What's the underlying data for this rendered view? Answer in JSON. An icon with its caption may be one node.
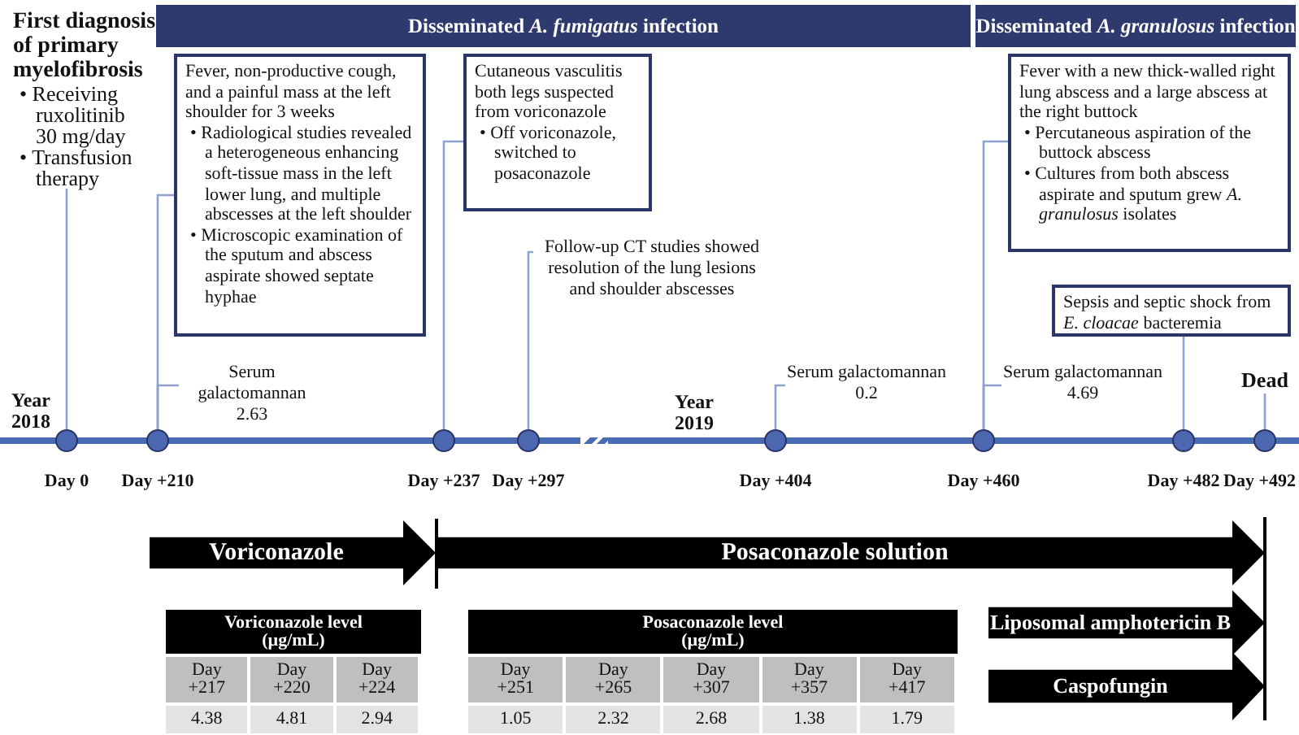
{
  "diagram": {
    "nodes": [
      {
        "text": [
          "Disseminated *A. fumigatus* infection"
        ]
      },
      {
        "text": [
          "Disseminated *A. granulosus* infection"
        ]
      },
      {
        "text": [
          "First diagnosis of primary myelofibrosis",
          "• Receiving ruxolitinib 30 mg/day",
          "• Transfusion therapy"
        ]
      },
      {
        "text": [
          "Fever, non-productive cough, and a painful mass at the left shoulder for 3 weeks",
          "• Radiological studies revealed a heterogeneous enhancing soft-tissue mass in the left lower lung, and multiple abscesses at the left shoulder",
          "• Microscopic examination of the sputum and abscess aspirate showed septate hyphae"
        ]
      },
      {
        "text": [
          "Cutaneous vasculitis both legs suspected from voriconazole",
          "• Off voriconazole, switched to posaconazole"
        ]
      },
      {
        "text": [
          "Follow-up CT studies showed resolution of the lung lesions and shoulder abscesses"
        ]
      },
      {
        "text": [
          "Fever with a new thick-walled right lung abscess and a large abscess at the right buttock",
          "• Percutaneous aspiration of the buttock abscess",
          "• Cultures from both abscess aspirate and sputum grew *A. granulosus* isolates"
        ]
      },
      {
        "text": [
          "Sepsis and septic shock from *E. cloacae* bacteremia"
        ]
      },
      {
        "text": [
          "Serum galactomannan",
          "2.63"
        ]
      },
      {
        "text": [
          "Serum galactomannan",
          "0.2"
        ]
      },
      {
        "text": [
          "Serum galactomannan",
          "4.69"
        ]
      },
      {
        "text": [
          "Dead"
        ]
      },
      {
        "text": [],
        "shape": "circle",
        "beside": [
          "Day 0"
        ]
      },
      {
        "text": [],
        "shape": "circle",
        "beside": [
          "Day +210"
        ]
      },
      {
        "text": [],
        "shape": "circle",
        "beside": [
          "Day +237"
        ]
      },
      {
        "text": [],
        "shape": "circle",
        "beside": [
          "Day +297"
        ]
      },
      {
        "text": [],
        "shape": "circle",
        "beside": [
          "Day +404"
        ]
      },
      {
        "text": [],
        "shape": "circle",
        "beside": [
          "Day +460"
        ]
      },
      {
        "text": [],
        "shape": "circle",
        "beside": [
          "Day +482"
        ]
      },
      {
        "text": [],
        "shape": "circle",
        "beside": [
          "Day +492"
        ]
      },
      {
        "text": [
          "Voriconazole"
        ]
      },
      {
        "text": [
          "Posaconazole solution"
        ]
      },
      {
        "text": [
          "Liposomal amphotericin B"
        ]
      },
      {
        "text": [
          "Caspofungin"
        ]
      }
    ],
    "edges": [
      {
        "from": 2,
        "to": 12,
        "arrow": "none"
      },
      {
        "from": 3,
        "to": 13,
        "arrow": "none"
      },
      {
        "from": 8,
        "to": 13,
        "arrow": "none"
      },
      {
        "from": 4,
        "to": 14,
        "arrow": "none"
      },
      {
        "from": 5,
        "to": 15,
        "arrow": "none"
      },
      {
        "from": 9,
        "to": 16,
        "arrow": "none"
      },
      {
        "from": 6,
        "to": 17,
        "arrow": "none"
      },
      {
        "from": 10,
        "to": 17,
        "arrow": "none"
      },
      {
        "from": 7,
        "to": 18,
        "arrow": "none"
      },
      {
        "from": 11,
        "to": 19,
        "arrow": "none"
      }
    ],
    "labels": [
      "Year 2018",
      "Year 2019",
      "Voriconazole level (µg/mL)",
      "Day +217",
      "Day +220",
      "Day +224",
      "4.38",
      "4.81",
      "2.94",
      "Posaconazole level (µg/mL)",
      "Day +251",
      "Day +265",
      "Day +307",
      "Day +357",
      "Day +417",
      "1.05",
      "2.32",
      "2.68",
      "1.38",
      "1.79"
    ]
  }
}
